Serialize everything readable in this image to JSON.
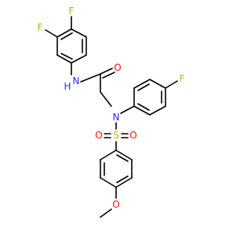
{
  "colors": {
    "bond": "#000000",
    "F": "#8fc31f",
    "N": "#2a2aff",
    "O": "#ff0d0d",
    "S": "#c8b400",
    "H": "#2a2aff"
  },
  "atoms": {
    "f_top": "F",
    "f_left": "F",
    "nh": "N",
    "nh_h": "H",
    "o_carbonyl": "O",
    "n_sulfonamide": "N",
    "f_right": "F",
    "s": "S",
    "o_sulfonyl_left": "O",
    "o_sulfonyl_right": "O",
    "o_methoxy": "O"
  }
}
